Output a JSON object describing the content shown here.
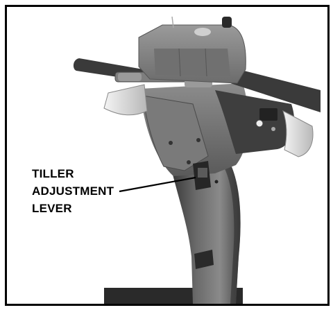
{
  "figure": {
    "callout_lines": [
      "TILLER",
      "ADJUSTMENT",
      "LEVER"
    ]
  }
}
